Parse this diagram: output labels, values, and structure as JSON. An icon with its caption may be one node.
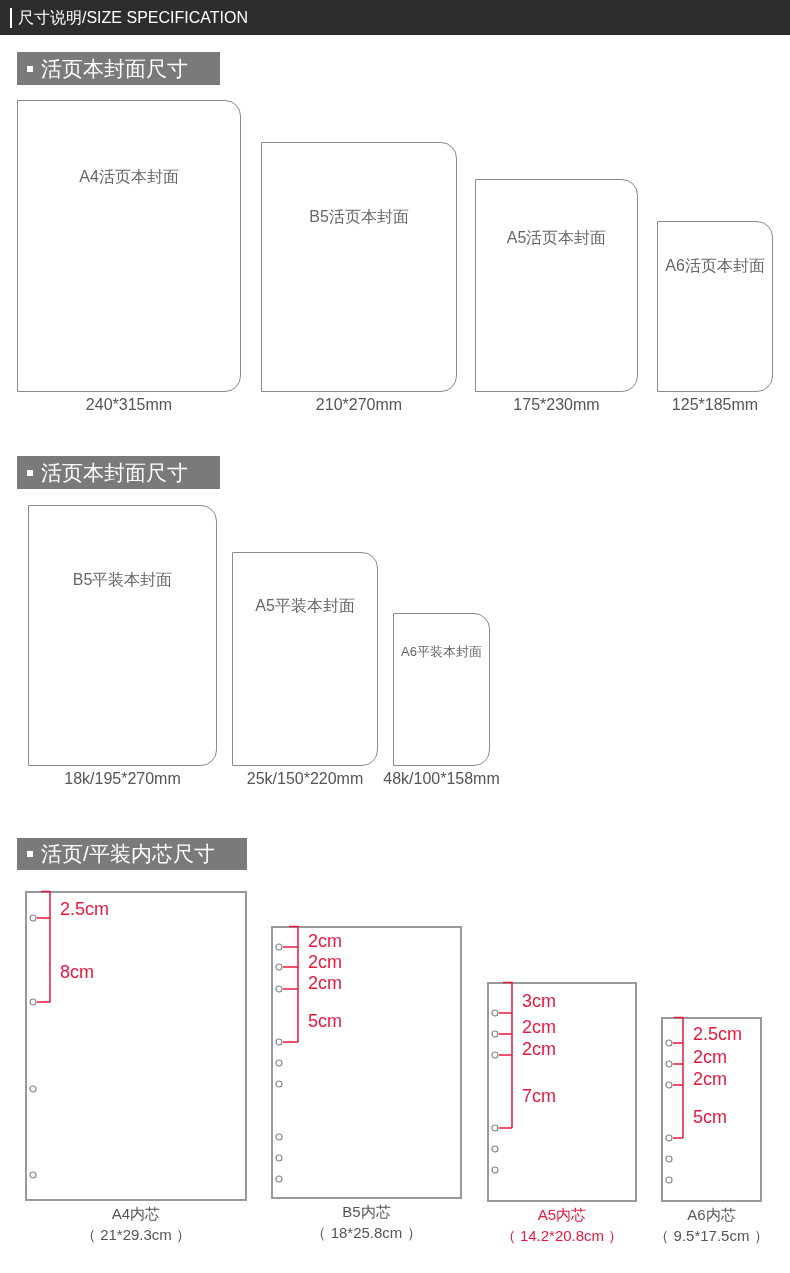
{
  "diagram": {
    "title": "尺寸说明/SIZE SPECIFICATION",
    "nodes": [
      {
        "text": [
          "活页本封面尺寸"
        ]
      },
      {
        "text": [
          "A4活页本封面"
        ],
        "beside": [
          "240*315mm"
        ]
      },
      {
        "text": [
          "B5活页本封面"
        ],
        "beside": [
          "210*270mm"
        ]
      },
      {
        "text": [
          "A5活页本封面"
        ],
        "beside": [
          "175*230mm"
        ]
      },
      {
        "text": [
          "A6活页本封面"
        ],
        "beside": [
          "125*185mm"
        ]
      },
      {
        "text": [
          "活页本封面尺寸"
        ]
      },
      {
        "text": [
          "B5平装本封面"
        ],
        "beside": [
          "18k/195*270mm"
        ]
      },
      {
        "text": [
          "A5平装本封面"
        ],
        "beside": [
          "25k/150*220mm"
        ]
      },
      {
        "text": [
          "A6平装本封面"
        ],
        "beside": [
          "48k/100*158mm"
        ]
      },
      {
        "text": [
          "活页/平装内芯尺寸"
        ]
      },
      {
        "text": [],
        "shape": "box",
        "beside": [
          "A4内芯",
          "（ 21*29.3cm ）"
        ]
      },
      {
        "text": [],
        "shape": "box",
        "beside": [
          "B5内芯",
          "（ 18*25.8cm ）"
        ]
      },
      {
        "text": [],
        "shape": "box",
        "beside": [
          "A5内芯",
          "（ 14.2*20.8cm ）"
        ]
      },
      {
        "text": [],
        "shape": "box",
        "beside": [
          "A6内芯",
          "（ 9.5*17.5cm ）"
        ]
      }
    ],
    "labels": [
      "2.5cm",
      "8cm",
      "2cm",
      "2cm",
      "2cm",
      "5cm",
      "3cm",
      "2cm",
      "2cm",
      "7cm",
      "2.5cm",
      "2cm",
      "2cm",
      "5cm"
    ]
  }
}
